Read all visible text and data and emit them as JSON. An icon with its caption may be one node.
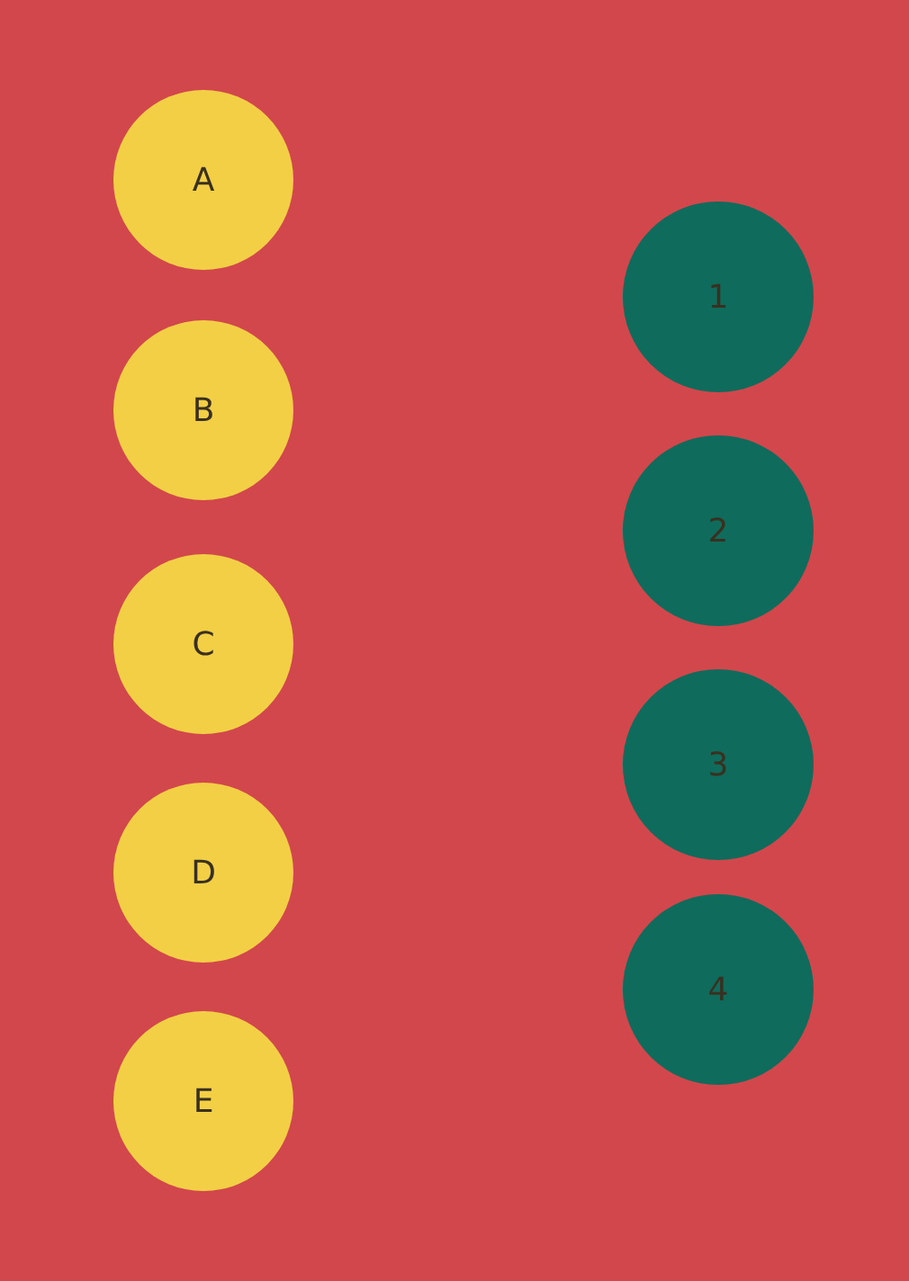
{
  "diagram": {
    "nodes": [
      {
        "text": [
          "A"
        ]
      },
      {
        "text": [
          "B"
        ]
      },
      {
        "text": [
          "C"
        ]
      },
      {
        "text": [
          "D"
        ]
      },
      {
        "text": [
          "E"
        ]
      },
      {
        "text": [
          "1"
        ]
      },
      {
        "text": [
          "2"
        ]
      },
      {
        "text": [
          "3"
        ]
      },
      {
        "text": [
          "4"
        ]
      }
    ]
  }
}
